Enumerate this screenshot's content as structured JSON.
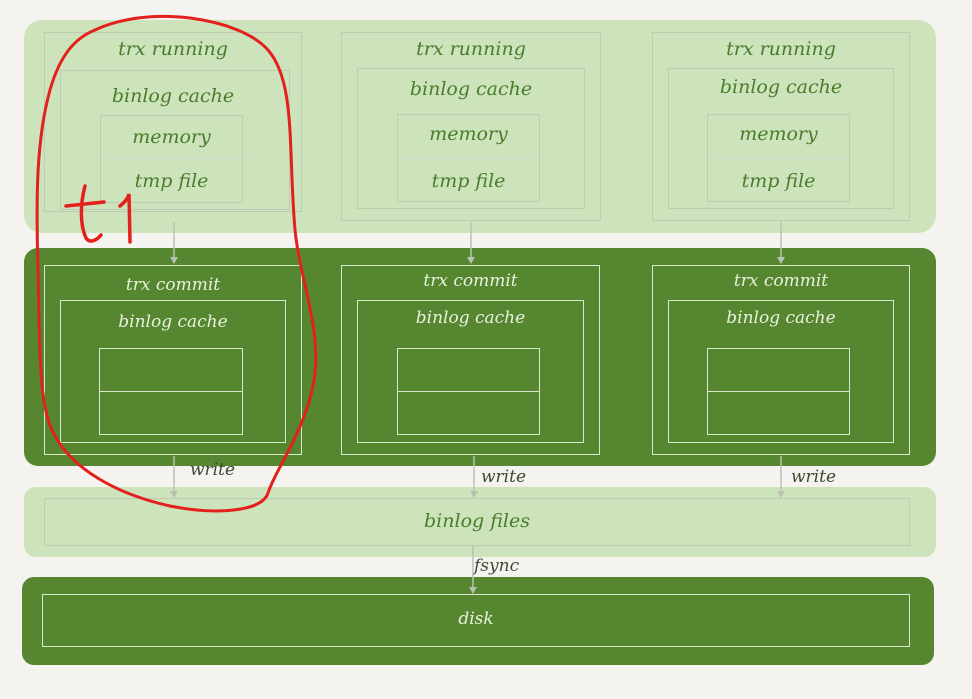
{
  "running": {
    "title": "trx running",
    "cache": "binlog cache",
    "memory": "memory",
    "tmp": "tmp file"
  },
  "commit": {
    "title": "trx commit",
    "cache": "binlog cache"
  },
  "edges": {
    "write": "write",
    "fsync": "fsync"
  },
  "files": {
    "label": "binlog files"
  },
  "disk": {
    "label": "disk"
  },
  "annotation": {
    "label": "t 1"
  },
  "colors": {
    "light_panel": "#cde3bc",
    "dark_panel": "#56862f",
    "annotation": "#e3211c"
  }
}
